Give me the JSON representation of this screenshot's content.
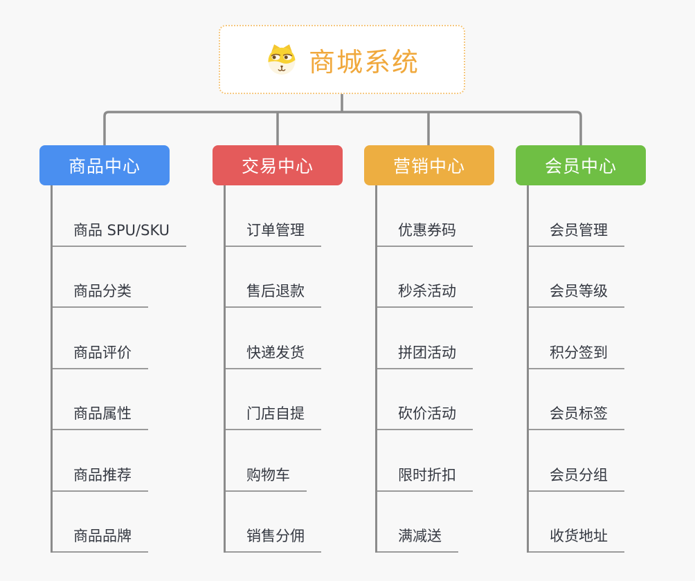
{
  "page": {
    "background": "#F8F8F8",
    "connector_color": "#8B8B8B"
  },
  "root": {
    "title": "商城系统",
    "icon": "dog-face-icon",
    "text_color": "#F0A83C",
    "border_color": "#F5C77E"
  },
  "branches": [
    {
      "label": "商品中心",
      "color": "#4A8FF0",
      "children": [
        "商品 SPU/SKU",
        "商品分类",
        "商品评价",
        "商品属性",
        "商品推荐",
        "商品品牌"
      ]
    },
    {
      "label": "交易中心",
      "color": "#E45B5B",
      "children": [
        "订单管理",
        "售后退款",
        "快递发货",
        "门店自提",
        "购物车",
        "销售分佣"
      ]
    },
    {
      "label": "营销中心",
      "color": "#EDAE41",
      "children": [
        "优惠券码",
        "秒杀活动",
        "拼团活动",
        "砍价活动",
        "限时折扣",
        "满减送"
      ]
    },
    {
      "label": "会员中心",
      "color": "#6FBF44",
      "children": [
        "会员管理",
        "会员等级",
        "积分签到",
        "会员标签",
        "会员分组",
        "收货地址"
      ]
    }
  ]
}
